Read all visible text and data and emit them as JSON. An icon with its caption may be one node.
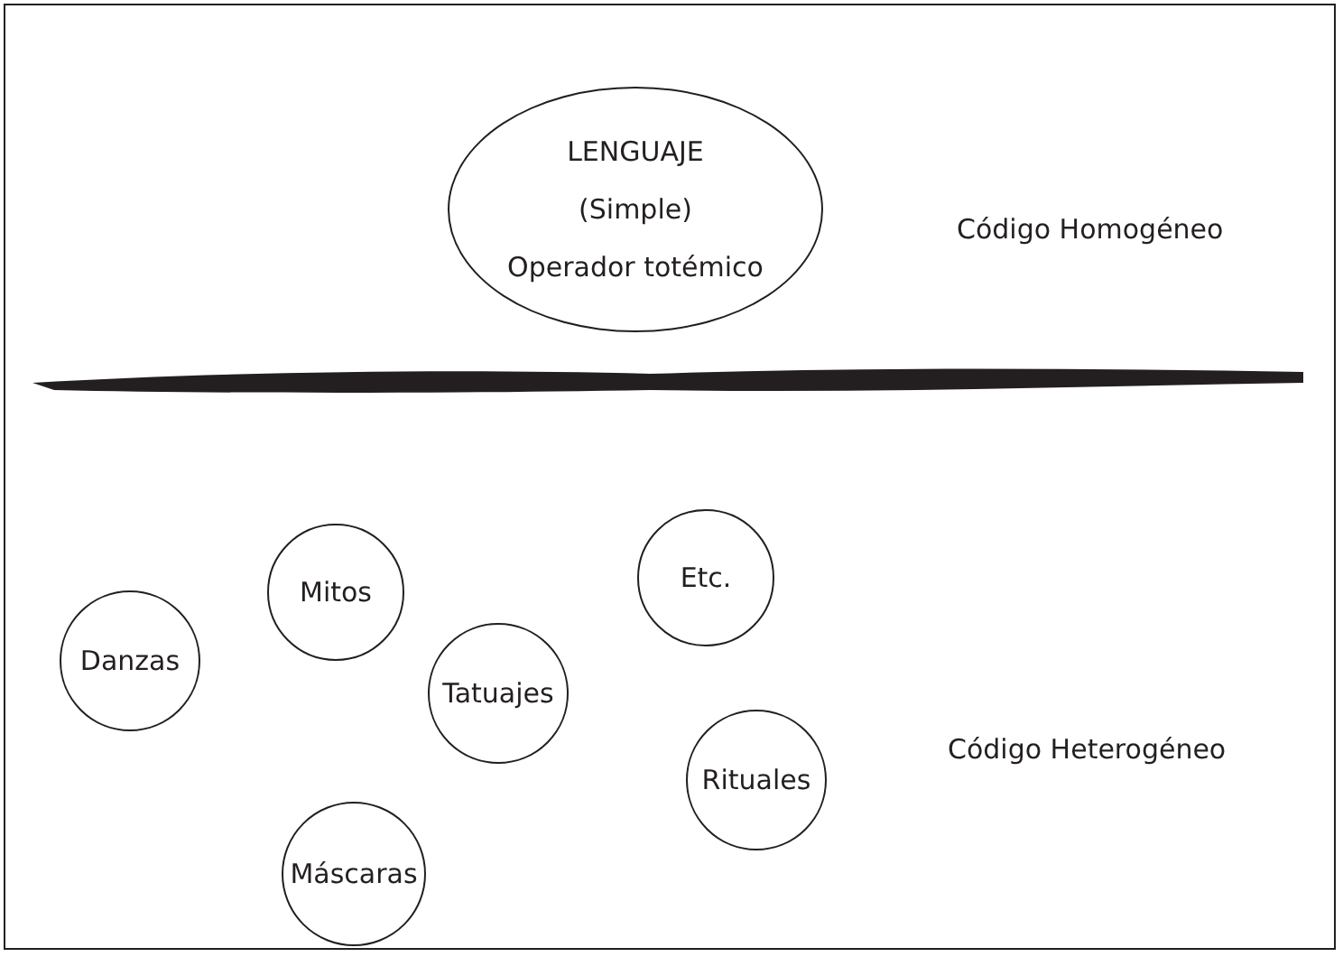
{
  "diagram": {
    "nodes": [
      {
        "text": [
          "LENGUAJE",
          "(Simple)",
          "Operador totémico"
        ]
      },
      {
        "text": [],
        "shape": "bar"
      },
      {
        "text": [
          "Mitos"
        ]
      },
      {
        "text": [
          "Etc."
        ]
      },
      {
        "text": [
          "Danzas"
        ]
      },
      {
        "text": [
          "Tatuajes"
        ]
      },
      {
        "text": [
          "Rituales"
        ]
      },
      {
        "text": [
          "Máscaras"
        ]
      }
    ],
    "labels": [
      "Código Homogéneo",
      "Código Heterogéneo"
    ]
  }
}
